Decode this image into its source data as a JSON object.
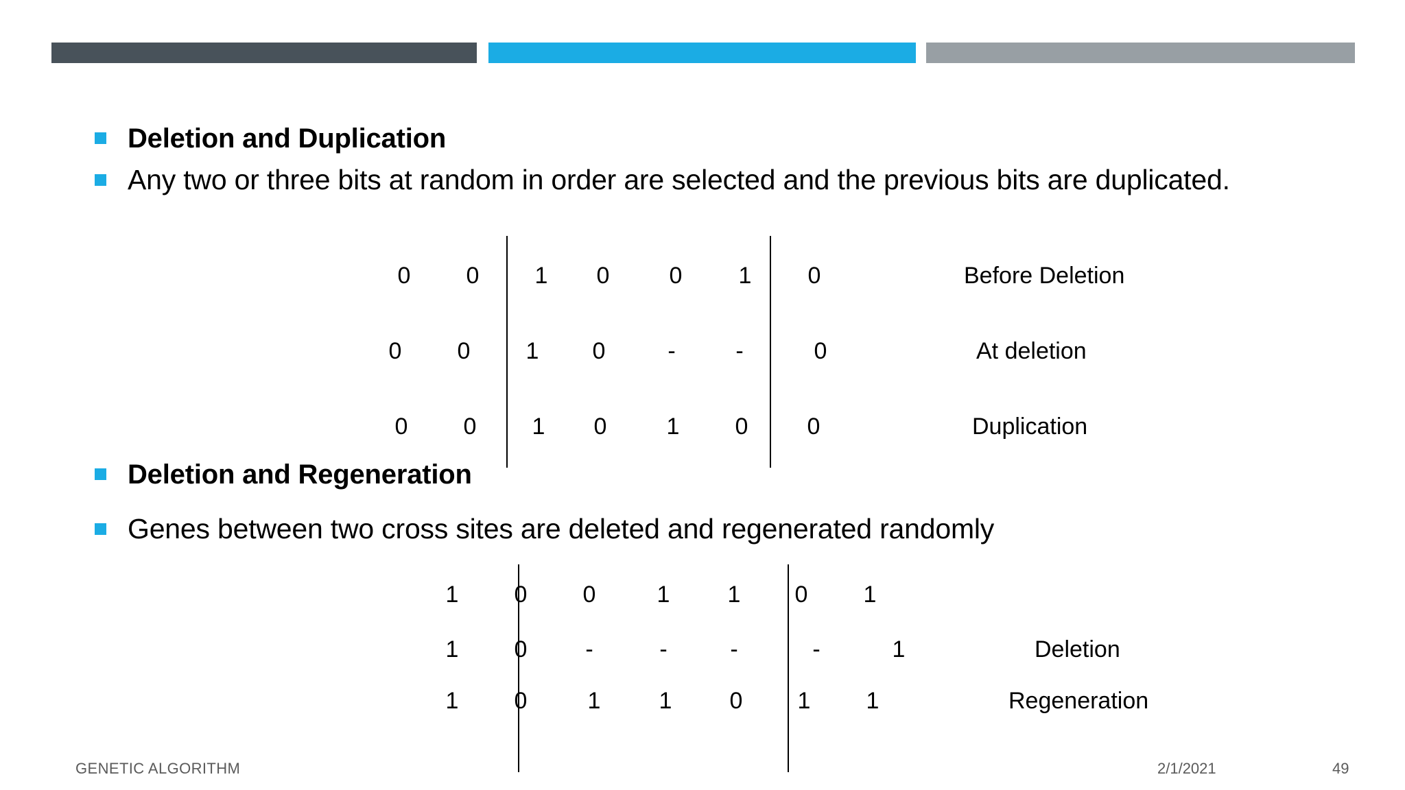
{
  "slide": {
    "background": "#FFFFFF",
    "accent_cyan": "#1BACE4",
    "accent_dark": "#48525A",
    "accent_gray": "#989FA4",
    "bullet_color": "#1BACE4"
  },
  "top_bars": [
    {
      "name": "dark-bar",
      "color": "#48525A"
    },
    {
      "name": "cyan-bar",
      "color": "#1BACE4"
    },
    {
      "name": "gray-bar",
      "color": "#989FA4"
    }
  ],
  "bullets": {
    "heading_1": "Deletion and Duplication",
    "body_1": "Any two or three bits at random in order are selected and the previous bits are duplicated.",
    "heading_2": "Deletion and Regeneration",
    "body_2": "Genes between two cross sites are deleted and regenerated randomly"
  },
  "matrix_1": {
    "rows": [
      {
        "cells": [
          "0",
          "0",
          "1",
          "0",
          "0",
          "1",
          "0"
        ],
        "label": "Before Deletion"
      },
      {
        "cells": [
          "0",
          "0",
          "1",
          "0",
          "-",
          "-",
          "0"
        ],
        "label": "At deletion"
      },
      {
        "cells": [
          "0",
          "0",
          "1",
          "0",
          "1",
          "0",
          "0"
        ],
        "label": "Duplication"
      }
    ],
    "divider_after_columns": [
      1,
      5
    ]
  },
  "matrix_2": {
    "rows": [
      {
        "cells": [
          "1",
          "0",
          "0",
          "1",
          "1",
          "0",
          "1"
        ],
        "label": ""
      },
      {
        "cells": [
          "1",
          "0",
          "-",
          "-",
          "-",
          "-",
          "1"
        ],
        "label": "Deletion"
      },
      {
        "cells": [
          "1",
          "0",
          "1",
          "1",
          "0",
          "1",
          "1"
        ],
        "label": "Regeneration"
      }
    ],
    "divider_after_columns": [
      0,
      4
    ]
  },
  "footer": {
    "title": "GENETIC ALGORITHM",
    "date": "2/1/2021",
    "page": "49"
  }
}
